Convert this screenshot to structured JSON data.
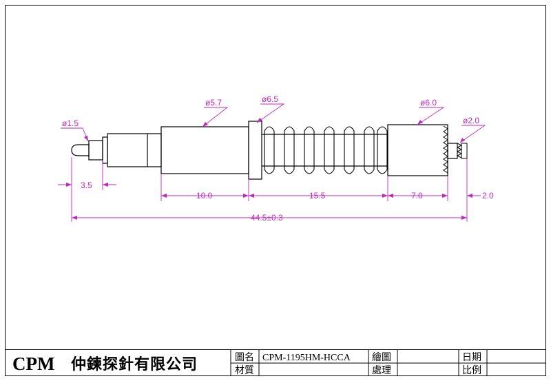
{
  "drawing": {
    "dim_labels": {
      "dia_tip": "ø1.5",
      "dia_barrel": "ø5.7",
      "dia_collar": "ø6.5",
      "dia_head": "ø6.0",
      "dia_crown": "ø2.0",
      "len_tip": "3.5",
      "len_barrel": "10.0",
      "len_spring": "15.5",
      "len_head": "7.0",
      "len_crown": "2.0",
      "len_total": "44.5±0.3"
    },
    "colors": {
      "line": "#000000",
      "dimension": "#c026c0"
    }
  },
  "title_block": {
    "brand": "CPM",
    "company": "仲鍊探針有限公司",
    "drawing_name_label": "圖名",
    "drawing_name_value": "CPM-1195HM-HCCA",
    "drawn_label": "繪圖",
    "date_label": "日期",
    "material_label": "材質",
    "treatment_label": "處理",
    "scale_label": "比例"
  }
}
